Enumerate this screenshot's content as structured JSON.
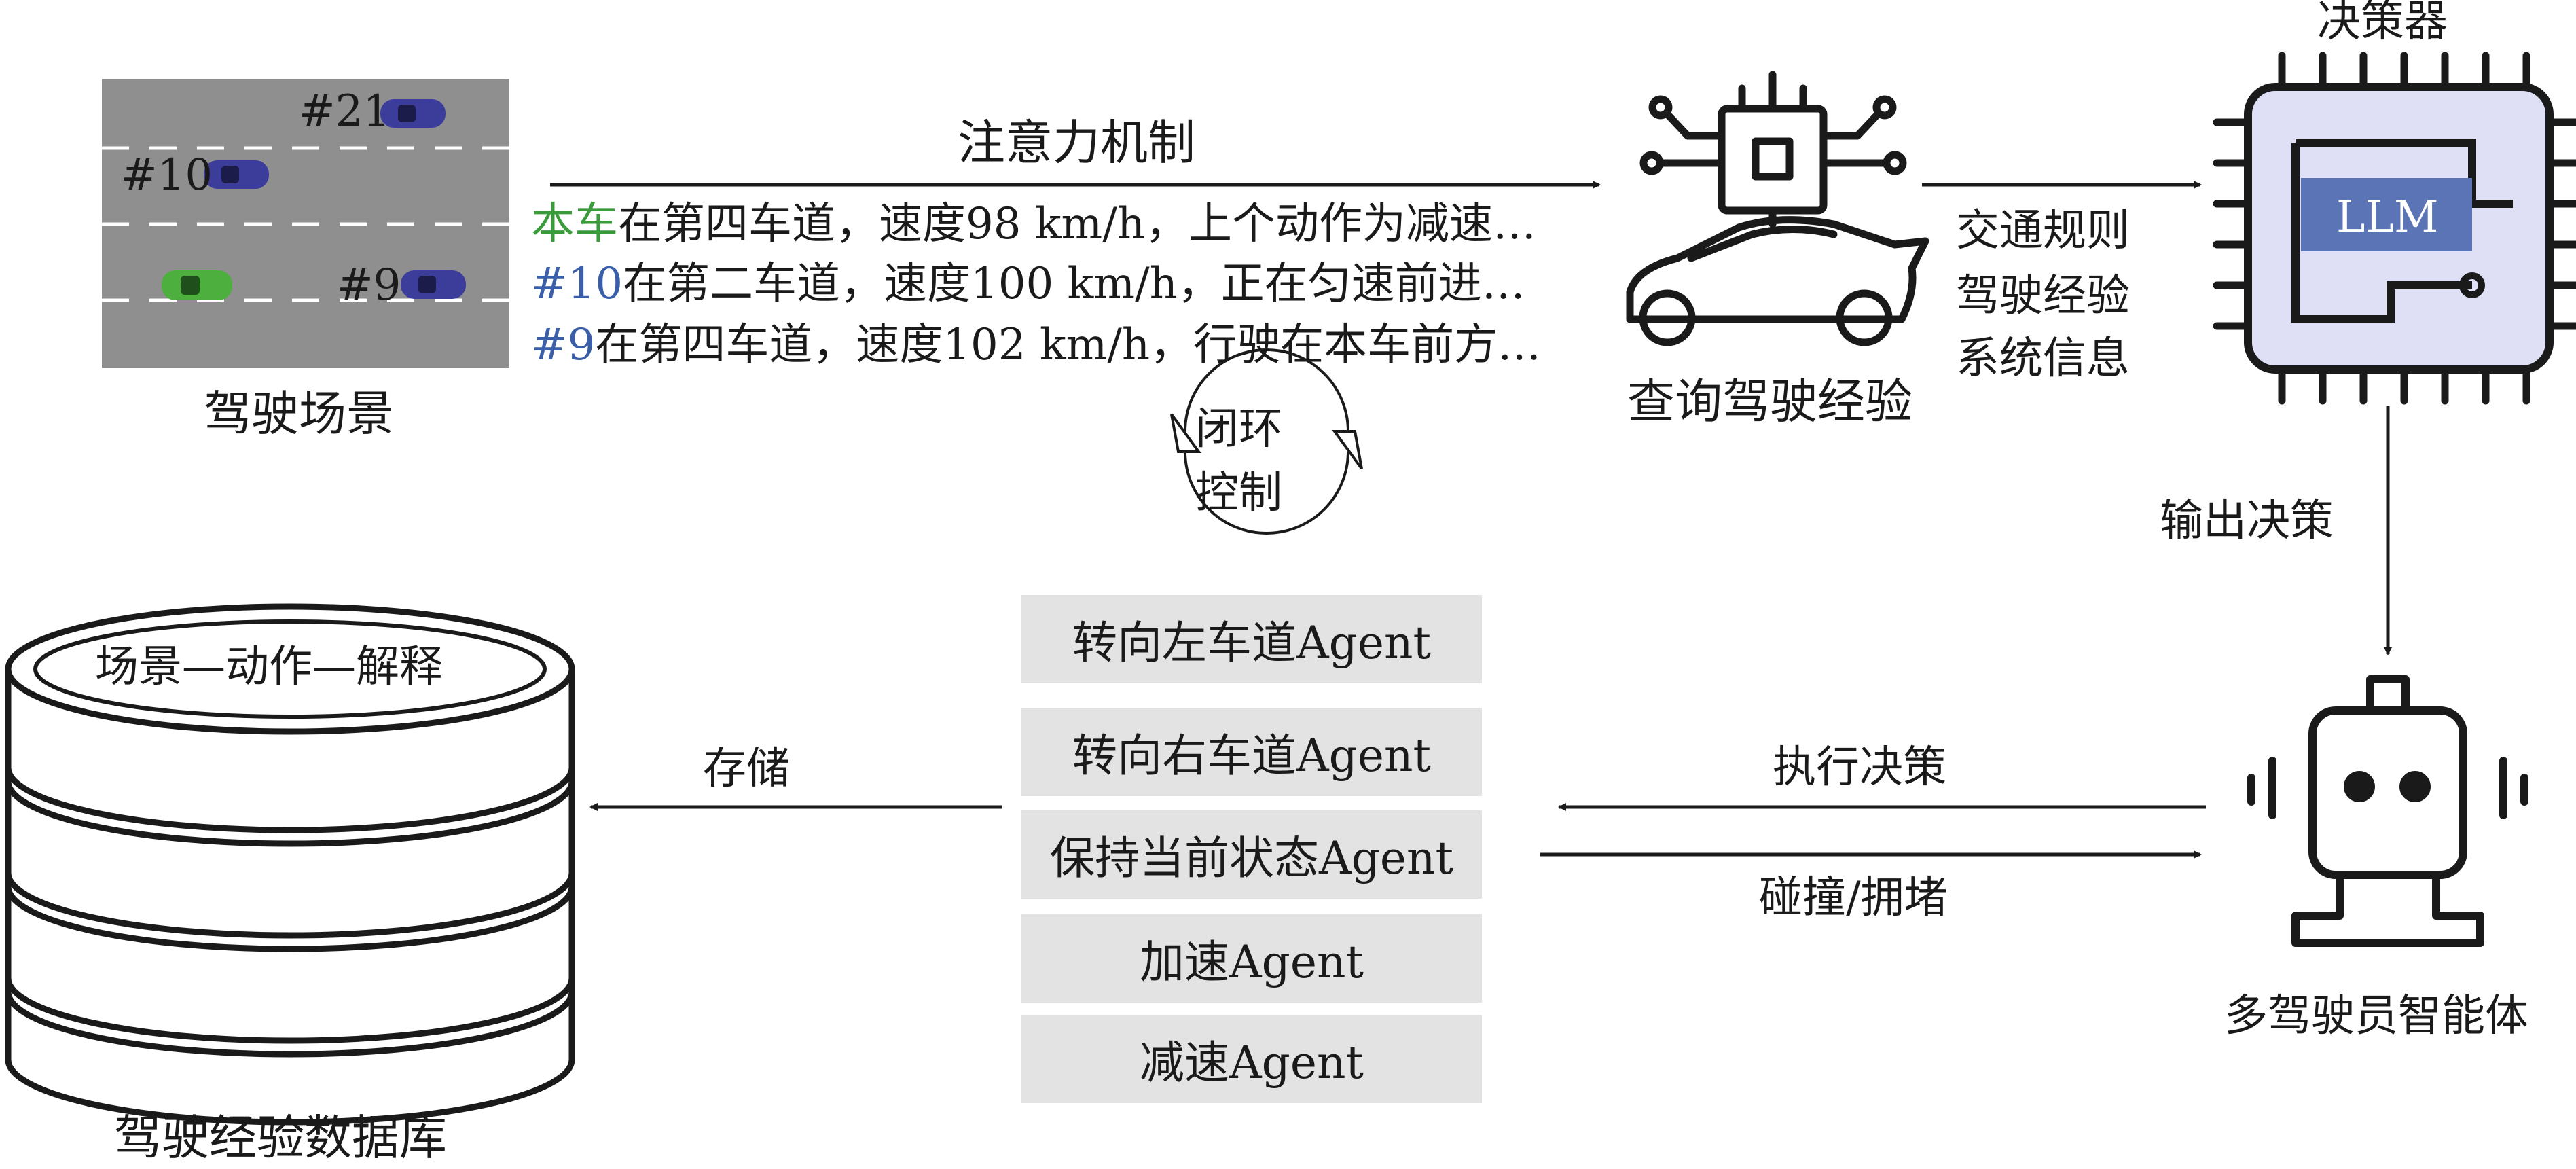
{
  "scene": {
    "caption": "驾驶场景",
    "car_labels": [
      "#21",
      "#10",
      "#9"
    ]
  },
  "attention": {
    "label": "注意力机制",
    "lines": [
      {
        "id_text": "本车",
        "id_color": "#3a9b3a",
        "rest": "在第四车道，速度98 km/h，上个动作为减速…"
      },
      {
        "id_text": "#10",
        "id_color": "#3a5fa8",
        "rest": "在第二车道，速度100 km/h，正在匀速前进…"
      },
      {
        "id_text": "#9",
        "id_color": "#3a5fa8",
        "rest": "在第四车道，速度102 km/h，行驶在本车前方…"
      }
    ]
  },
  "query": {
    "caption": "查询驾驶经验"
  },
  "inputs": {
    "lines": [
      "交通规则",
      "驾驶经验",
      "系统信息"
    ]
  },
  "decider": {
    "title": "决策器",
    "chip_label": "LLM"
  },
  "output_label": "输出决策",
  "closed_loop": {
    "line1": "闭环",
    "line2": "控制"
  },
  "database": {
    "ring_label": "场景—动作—解释",
    "caption": "驾驶经验数据库"
  },
  "store_label": "存储",
  "agents": [
    "转向左车道Agent",
    "转向右车道Agent",
    "保持当前状态Agent",
    "加速Agent",
    "减速Agent"
  ],
  "execute_label": "执行决策",
  "feedback_label": "碰撞/拥堵",
  "multi_agent": {
    "caption": "多驾驶员智能体"
  },
  "colors": {
    "road": "#8f8f8f",
    "ego_car": "#4caf3e",
    "other_car": "#3c3c9a",
    "chip_fill": "#dfe0f5",
    "llm_box": "#5a74b5",
    "agent_box": "#e3e3e3"
  }
}
